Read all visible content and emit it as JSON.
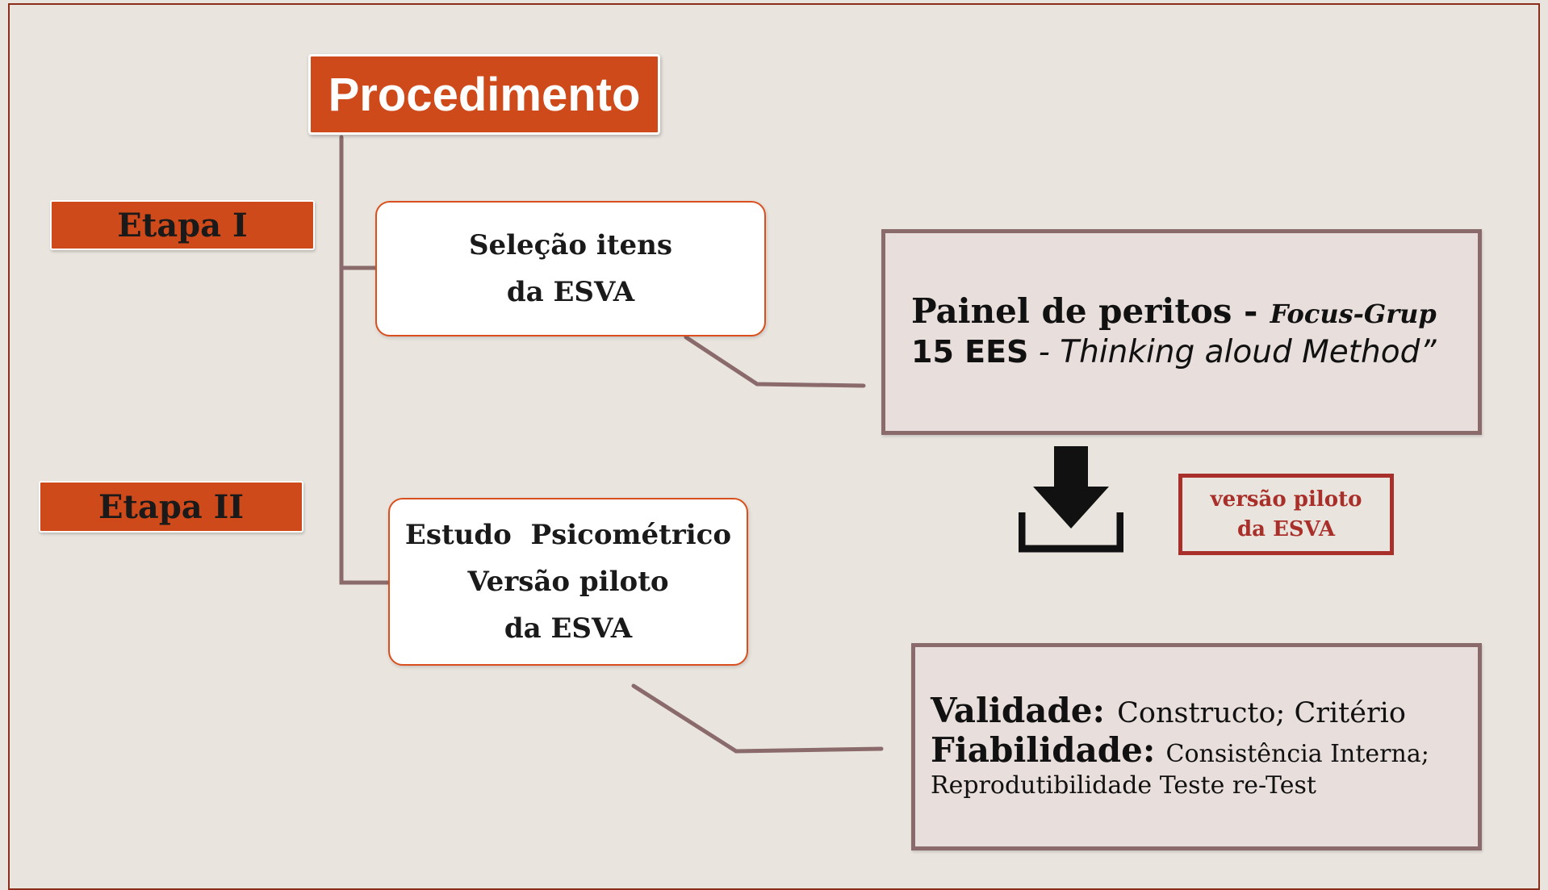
{
  "title": "Procedimento",
  "stages": [
    {
      "label": "Etapa I"
    },
    {
      "label": "Etapa II"
    }
  ],
  "steps": [
    {
      "lines": [
        "Seleção itens",
        "da ESVA"
      ]
    },
    {
      "lines": [
        "Estudo  Psicométrico",
        "Versão piloto",
        "da ESVA"
      ]
    }
  ],
  "panel": {
    "line1_bold": "Painel de peritos -",
    "line1_italic": "Focus-Grup",
    "line2_bold": "15 EES",
    "line2_rest": " - Thinking aloud Method”"
  },
  "pilot": {
    "lines": [
      "versão piloto",
      "da ESVA"
    ]
  },
  "results": {
    "validity_label": "Validade:",
    "validity_text": "Constructo; Critério",
    "reliability_label": "Fiabilidade:",
    "reliability_text": "Consistência Interna;",
    "reliability_text_2": "Reprodutibilidade Teste re-Test"
  },
  "icons": {
    "arrow": "download-icon"
  },
  "colors": {
    "accent": "#cf4a1b",
    "pilot": "#a9302a",
    "connector": "#8a6a6a",
    "background": "#e9e4de"
  }
}
